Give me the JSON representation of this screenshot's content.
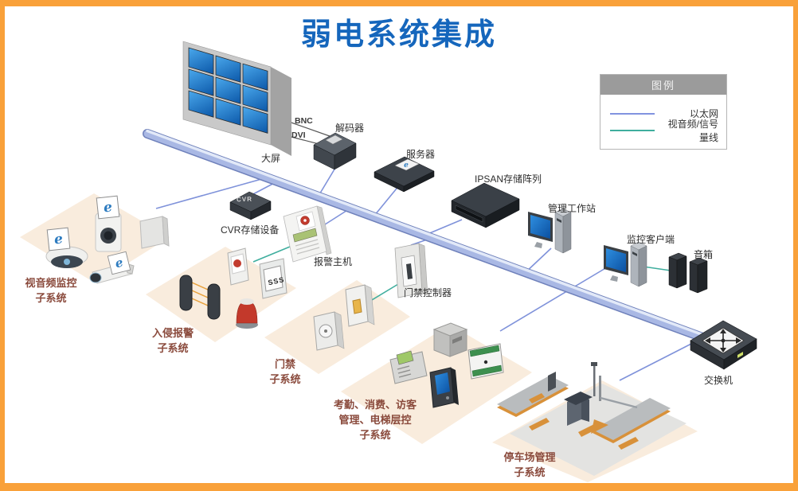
{
  "title": "弱电系统集成",
  "legend": {
    "title": "图例",
    "items": [
      {
        "label": "以太网",
        "color": "#8193e0"
      },
      {
        "label": "视音频/信号量线",
        "color": "#3fae9e"
      }
    ]
  },
  "devices": {
    "big_screen": {
      "label": "大屏"
    },
    "decoder": {
      "label": "解码器"
    },
    "server": {
      "label": "服务器"
    },
    "ipsan": {
      "label": "IPSAN存储阵列"
    },
    "workstation": {
      "label": "管理工作站"
    },
    "client": {
      "label": "监控客户端"
    },
    "speaker": {
      "label": "音箱"
    },
    "switch": {
      "label": "交换机"
    },
    "cvr": {
      "label": "CVR存储设备",
      "badge": "CVR"
    },
    "alarm_host": {
      "label": "报警主机"
    },
    "access_controller": {
      "label": "门禁控制器"
    }
  },
  "cables": {
    "bnc": "BNC",
    "dvi": "DVI"
  },
  "subsystems": [
    {
      "id": "video-surveillance",
      "lines": [
        "视音频监控",
        "子系统"
      ]
    },
    {
      "id": "intrusion-alarm",
      "lines": [
        "入侵报警",
        "子系统"
      ]
    },
    {
      "id": "access-control",
      "lines": [
        "门禁",
        "子系统"
      ]
    },
    {
      "id": "attendance",
      "lines": [
        "考勤、消费、访客",
        "管理、电梯层控",
        "子系统"
      ]
    },
    {
      "id": "parking",
      "lines": [
        "停车场管理",
        "子系统"
      ]
    }
  ],
  "icons": {
    "brand_e": "e",
    "vibration_glyph": "SSS"
  },
  "colors": {
    "title": "#1566bc",
    "frame": "#F9A13A",
    "ethernet_line": "#8193e0",
    "signal_line": "#3fae9e",
    "subsystem_label": "#8a4a3c",
    "platform": "#f9ecdd"
  }
}
